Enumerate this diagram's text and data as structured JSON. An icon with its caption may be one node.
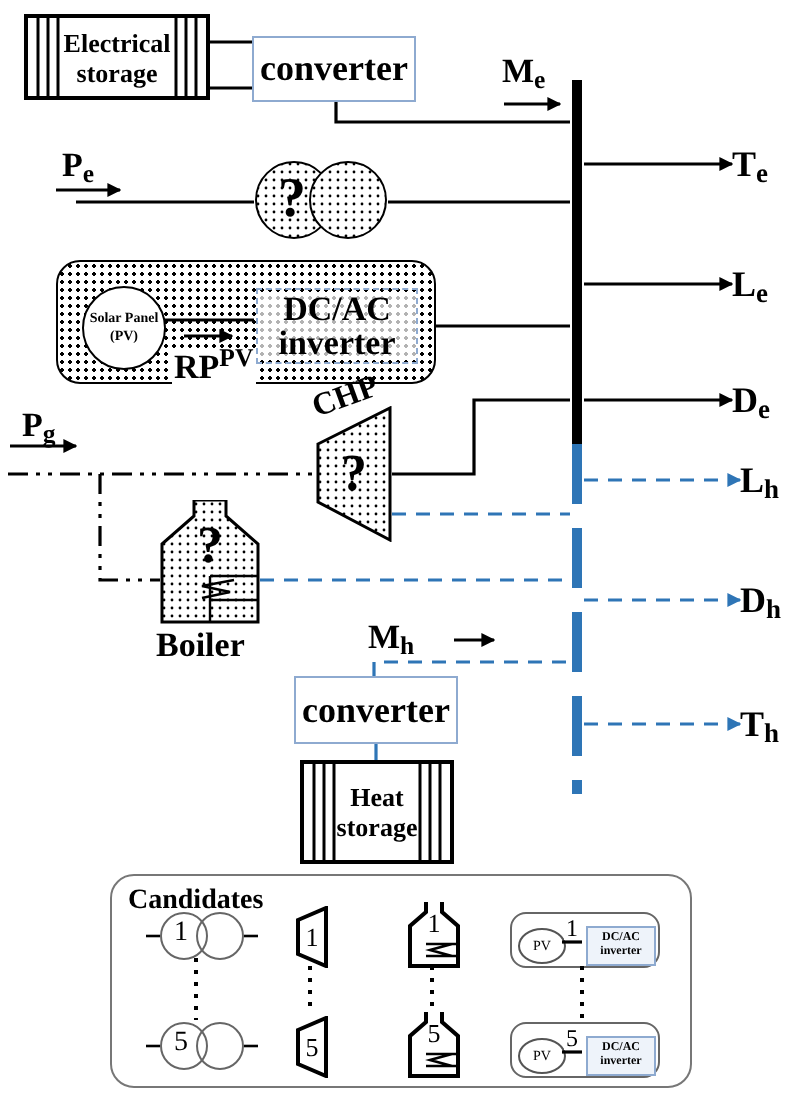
{
  "diagram": {
    "nodes": [
      {
        "text": [
          "Electrical storage"
        ]
      },
      {
        "text": [
          "converter"
        ]
      },
      {
        "text": [
          "?"
        ]
      },
      {
        "text": [],
        "shape": "box"
      },
      {
        "text": [
          "Solar Panel (PV)"
        ],
        "in": 3
      },
      {
        "text": [
          "DC/AC inverter"
        ],
        "in": 3
      },
      {
        "text": [],
        "shape": "bar"
      },
      {
        "text": [
          "?"
        ],
        "beside": [
          "CHP"
        ]
      },
      {
        "text": [
          "?"
        ],
        "beside": [
          "Boiler"
        ]
      },
      {
        "text": [],
        "shape": "bar"
      },
      {
        "text": [
          "converter"
        ]
      },
      {
        "text": [
          "Heat storage"
        ]
      },
      {
        "text": [
          "T$_{e}$"
        ]
      },
      {
        "text": [
          "L$_{e}$"
        ]
      },
      {
        "text": [
          "D$_{e}$"
        ]
      },
      {
        "text": [
          "L$_{h}$"
        ]
      },
      {
        "text": [
          "D$_{h}$"
        ]
      },
      {
        "text": [
          "T$_{h}$"
        ]
      },
      {
        "text": [
          "Candidates"
        ]
      },
      {
        "text": [
          "1"
        ],
        "in": 18
      },
      {
        "text": [
          "5"
        ],
        "in": 18
      },
      {
        "text": [
          "1"
        ],
        "in": 18
      },
      {
        "text": [
          "5"
        ],
        "in": 18
      },
      {
        "text": [
          "1"
        ],
        "in": 18
      },
      {
        "text": [
          "5"
        ],
        "in": 18
      },
      {
        "text": [],
        "shape": "box",
        "in": 18
      },
      {
        "text": [
          "PV"
        ],
        "in": 25
      },
      {
        "text": [
          "DC/AC inverter"
        ],
        "in": 25
      },
      {
        "text": [],
        "shape": "box",
        "in": 18
      },
      {
        "text": [
          "PV"
        ],
        "in": 28
      },
      {
        "text": [
          "DC/AC inverter"
        ],
        "in": 28
      }
    ],
    "edges": [
      {
        "from": 0,
        "to": 1,
        "arrow": "none"
      },
      {
        "from": 0,
        "to": 1,
        "arrow": "none"
      },
      {
        "from": 1,
        "to": 6,
        "arrow": "none"
      },
      {
        "from": null,
        "to": 2,
        "arrow": "none"
      },
      {
        "from": 2,
        "to": 6,
        "arrow": "none"
      },
      {
        "from": 4,
        "to": 5,
        "arrow": "none"
      },
      {
        "from": 3,
        "to": 6,
        "arrow": "none"
      },
      {
        "from": 6,
        "to": 12,
        "arrow": "to"
      },
      {
        "from": 6,
        "to": 13,
        "arrow": "to"
      },
      {
        "from": 6,
        "to": 14,
        "arrow": "to"
      },
      {
        "from": null,
        "to": 7,
        "arrow": "none",
        "style": "dashed"
      },
      {
        "from": null,
        "to": 8,
        "arrow": "none",
        "style": "dashed"
      },
      {
        "from": 7,
        "to": 6,
        "arrow": "none"
      },
      {
        "from": 7,
        "to": 9,
        "arrow": "none",
        "style": "dashed",
        "color": "#2e75b6"
      },
      {
        "from": 8,
        "to": 9,
        "arrow": "none",
        "style": "dashed",
        "color": "#2e75b6"
      },
      {
        "from": 9,
        "to": 15,
        "arrow": "to",
        "style": "dashed",
        "color": "#2e75b6"
      },
      {
        "from": 9,
        "to": 16,
        "arrow": "to",
        "style": "dashed",
        "color": "#2e75b6"
      },
      {
        "from": 9,
        "to": 17,
        "arrow": "to",
        "style": "dashed",
        "color": "#2e75b6"
      },
      {
        "from": 10,
        "to": 9,
        "arrow": "none",
        "style": "dashed",
        "color": "#2e75b6"
      },
      {
        "from": 11,
        "to": 10,
        "arrow": "none",
        "color": "#2e75b6"
      },
      {
        "from": 19,
        "to": 20,
        "arrow": "none",
        "style": "dashed"
      },
      {
        "from": 21,
        "to": 22,
        "arrow": "none",
        "style": "dashed"
      },
      {
        "from": 23,
        "to": 24,
        "arrow": "none",
        "style": "dashed"
      },
      {
        "from": 25,
        "to": 28,
        "arrow": "none",
        "style": "dashed"
      },
      {
        "from": 26,
        "to": 27,
        "arrow": "none",
        "label": "1"
      },
      {
        "from": 29,
        "to": 30,
        "arrow": "none",
        "label": "5"
      }
    ],
    "labels": [
      "M$_{e}$",
      "P$_{e}$",
      "RP$^{PV}$",
      "P$_{g}$",
      "M$_{h}$"
    ]
  }
}
